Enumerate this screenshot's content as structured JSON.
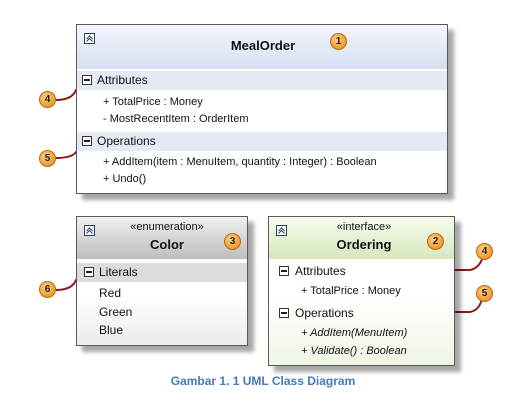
{
  "mealorder": {
    "name": "MealOrder",
    "number": "1",
    "attributes_label": "Attributes",
    "attributes": [
      "+ TotalPrice : Money",
      "- MostRecentItem : OrderItem"
    ],
    "operations_label": "Operations",
    "operations": [
      "+ AddItem(item : MenuItem, quantity : Integer) : Boolean",
      "+ Undo()"
    ]
  },
  "color": {
    "stereotype": "«enumeration»",
    "name": "Color",
    "number": "3",
    "literals_label": "Literals",
    "literals": [
      "Red",
      "Green",
      "Blue"
    ]
  },
  "ordering": {
    "stereotype": "«interface»",
    "name": "Ordering",
    "number": "2",
    "attributes_label": "Attributes",
    "attributes": [
      "+ TotalPrice : Money"
    ],
    "operations_label": "Operations",
    "operations": [
      "+ AddItem(MenuItem)",
      "+ Validate() : Boolean"
    ]
  },
  "callouts": {
    "four": "4",
    "five": "5",
    "six": "6"
  },
  "caption": "Gambar 1. 1 UML Class Diagram",
  "colors": {
    "mealorder_header": "#dde6f6",
    "color_header": "#c8c8c8",
    "ordering_header": "#e3f0cf",
    "callout_line": "#8b1a1a",
    "caption": "#4a78b5"
  }
}
